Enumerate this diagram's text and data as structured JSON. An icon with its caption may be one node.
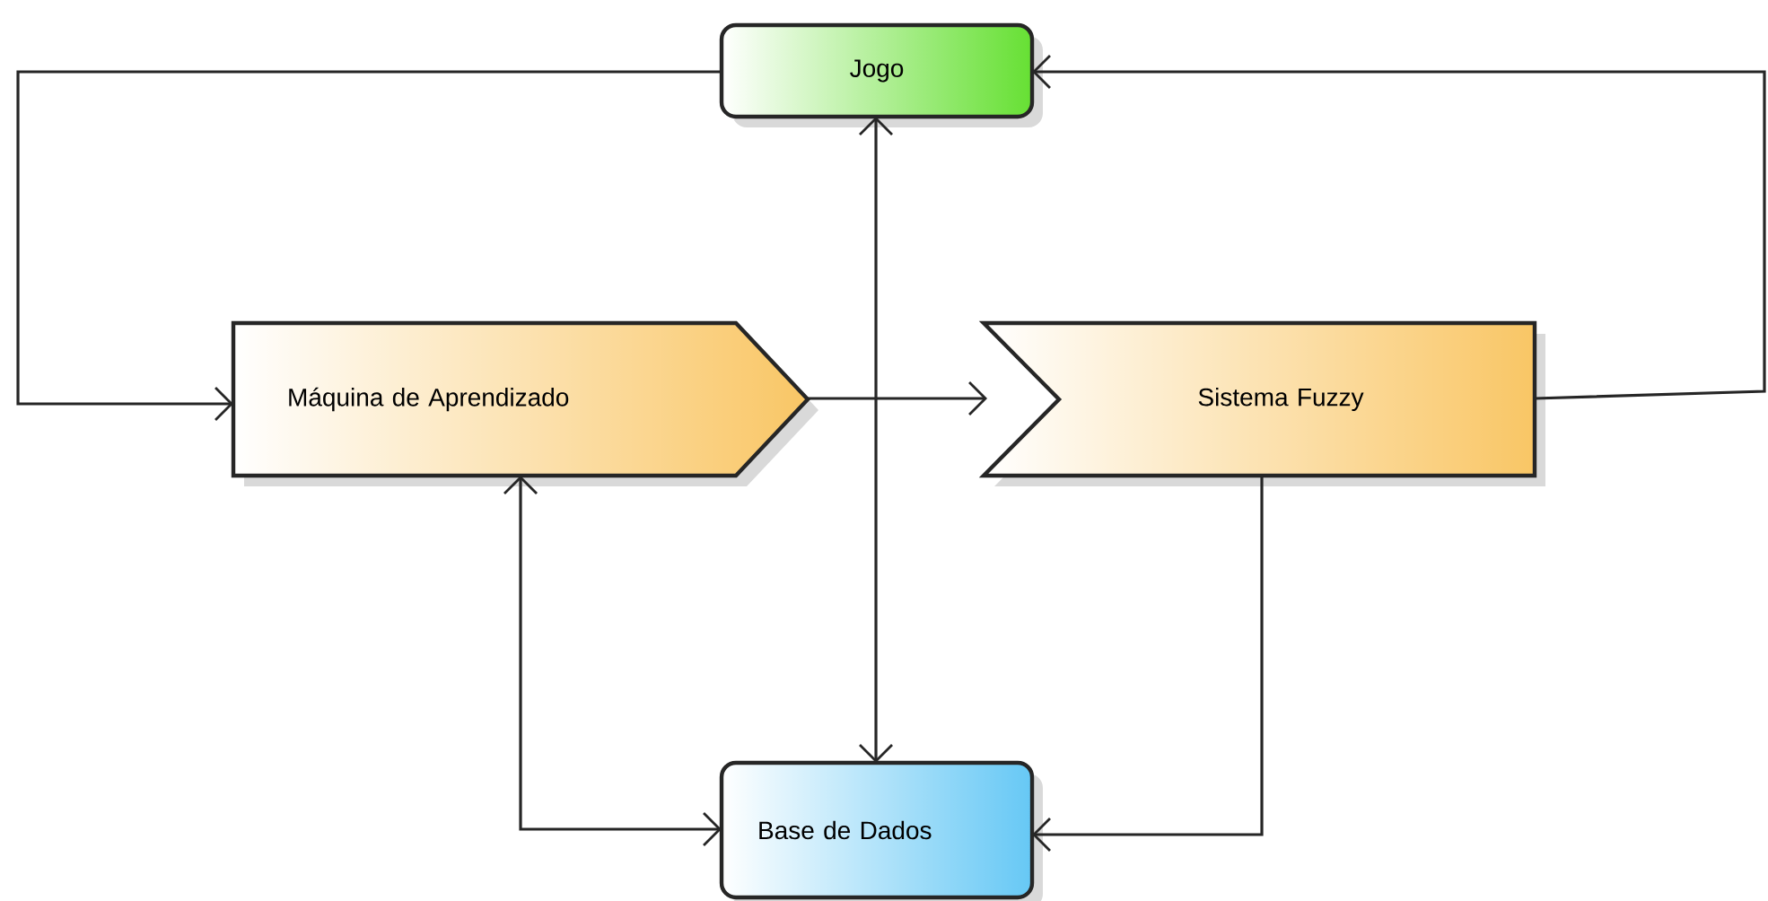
{
  "diagram": {
    "nodes": [
      {
        "text": [
          "Jogo"
        ]
      },
      {
        "text": [
          "Máquina de Aprendizado"
        ]
      },
      {
        "text": [
          "Sistema Fuzzy"
        ]
      },
      {
        "text": [
          "Base de Dados"
        ]
      }
    ],
    "edges": [
      {
        "from": 0,
        "to": 1,
        "arrow": "to"
      },
      {
        "from": 2,
        "to": 0,
        "arrow": "to"
      },
      {
        "from": 1,
        "to": 2,
        "arrow": "to"
      },
      {
        "from": 0,
        "to": 3,
        "arrow": "both"
      },
      {
        "from": 1,
        "to": 3,
        "arrow": "both"
      },
      {
        "from": 2,
        "to": 3,
        "arrow": "to"
      }
    ]
  }
}
